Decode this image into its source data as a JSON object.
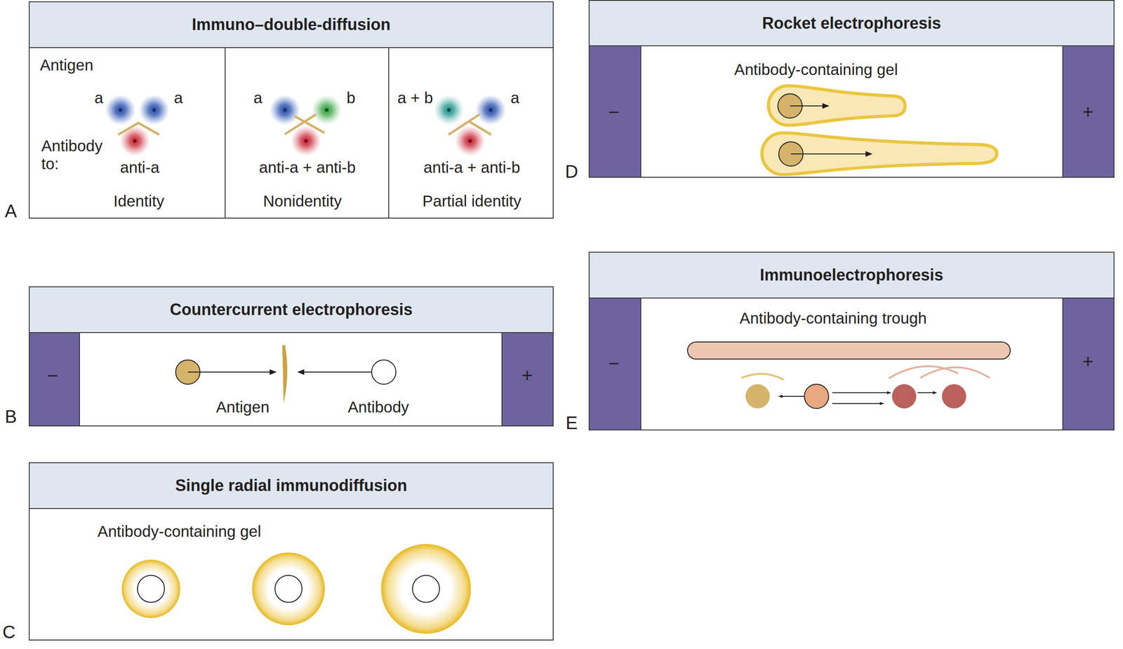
{
  "diagram": {
    "nodes": [
      {
        "text": [
          "Immuno–double-diffusion"
        ]
      },
      {
        "text": [
          "anti-a",
          "Identity"
        ],
        "in": 0
      },
      {
        "text": [
          "anti-a + anti-b",
          "Nonidentity"
        ],
        "in": 0
      },
      {
        "text": [
          "anti-a + anti-b",
          "Partial identity"
        ],
        "in": 0
      },
      {
        "text": [
          "Countercurrent electrophoresis"
        ]
      },
      {
        "text": [
          "−"
        ],
        "in": 4
      },
      {
        "text": [
          "+"
        ],
        "in": 4
      },
      {
        "text": [
          "Single radial immunodiffusion"
        ]
      },
      {
        "text": [
          "Rocket electrophoresis"
        ]
      },
      {
        "text": [
          "−"
        ],
        "in": 8
      },
      {
        "text": [
          "+"
        ],
        "in": 8
      },
      {
        "text": [
          "Immunoelectrophoresis"
        ]
      },
      {
        "text": [
          "−"
        ],
        "in": 11
      },
      {
        "text": [
          "+"
        ],
        "in": 11
      }
    ],
    "labels": [
      "A",
      "B",
      "C",
      "D",
      "E",
      "Antigen",
      "a",
      "a",
      "Antibody to:",
      "a",
      "b",
      "a + b",
      "a",
      "Antigen",
      "Antibody",
      "Antibody-containing gel",
      "Antibody-containing gel",
      "Antibody-containing trough"
    ]
  }
}
